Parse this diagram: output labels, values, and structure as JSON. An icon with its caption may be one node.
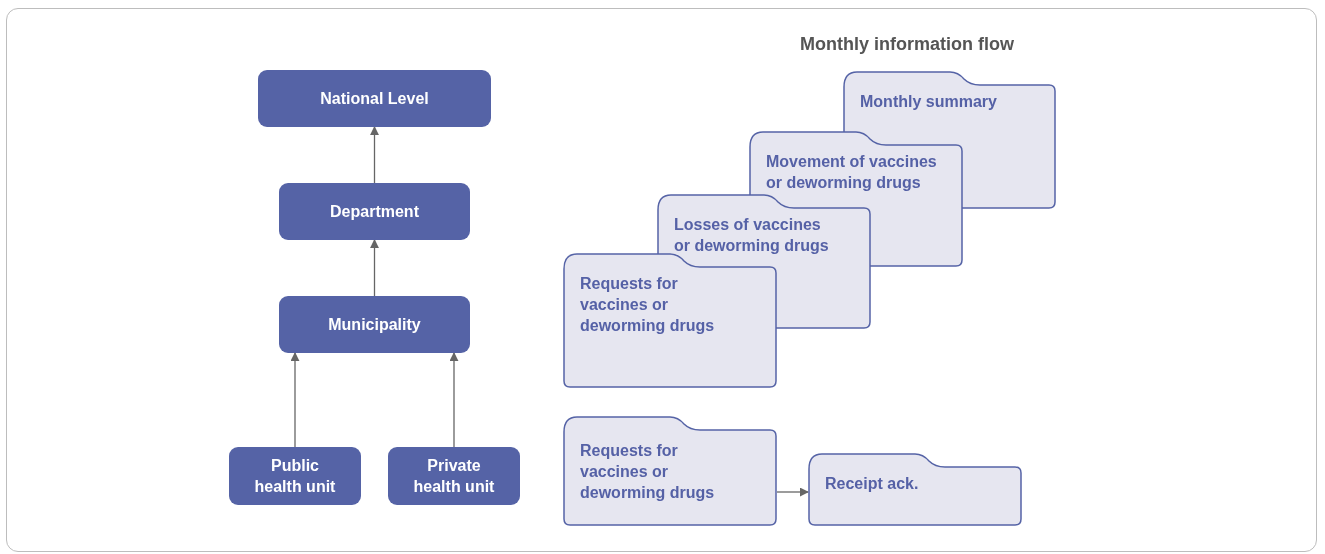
{
  "diagram": {
    "title": "Monthly information flow",
    "nodes": [
      {
        "text": [
          "National Level"
        ]
      },
      {
        "text": [
          "Department"
        ]
      },
      {
        "text": [
          "Municipality"
        ]
      },
      {
        "text": [
          "Public health unit"
        ]
      },
      {
        "text": [
          "Private health unit"
        ]
      },
      {
        "text": [
          "Monthly summary"
        ]
      },
      {
        "text": [
          "Movement of vaccines or deworming drugs"
        ]
      },
      {
        "text": [
          "Losses of vaccines or deworming drugs"
        ]
      },
      {
        "text": [
          "Requests for vaccines or deworming drugs"
        ]
      },
      {
        "text": [
          "Requests for vaccines or deworming drugs"
        ]
      },
      {
        "text": [
          "Receipt ack."
        ]
      }
    ],
    "edges": [
      {
        "from": 1,
        "to": 0,
        "arrow": "to"
      },
      {
        "from": 2,
        "to": 1,
        "arrow": "to"
      },
      {
        "from": 3,
        "to": 2,
        "arrow": "to"
      },
      {
        "from": 4,
        "to": 2,
        "arrow": "to"
      },
      {
        "from": 9,
        "to": 10,
        "arrow": "to"
      }
    ]
  }
}
